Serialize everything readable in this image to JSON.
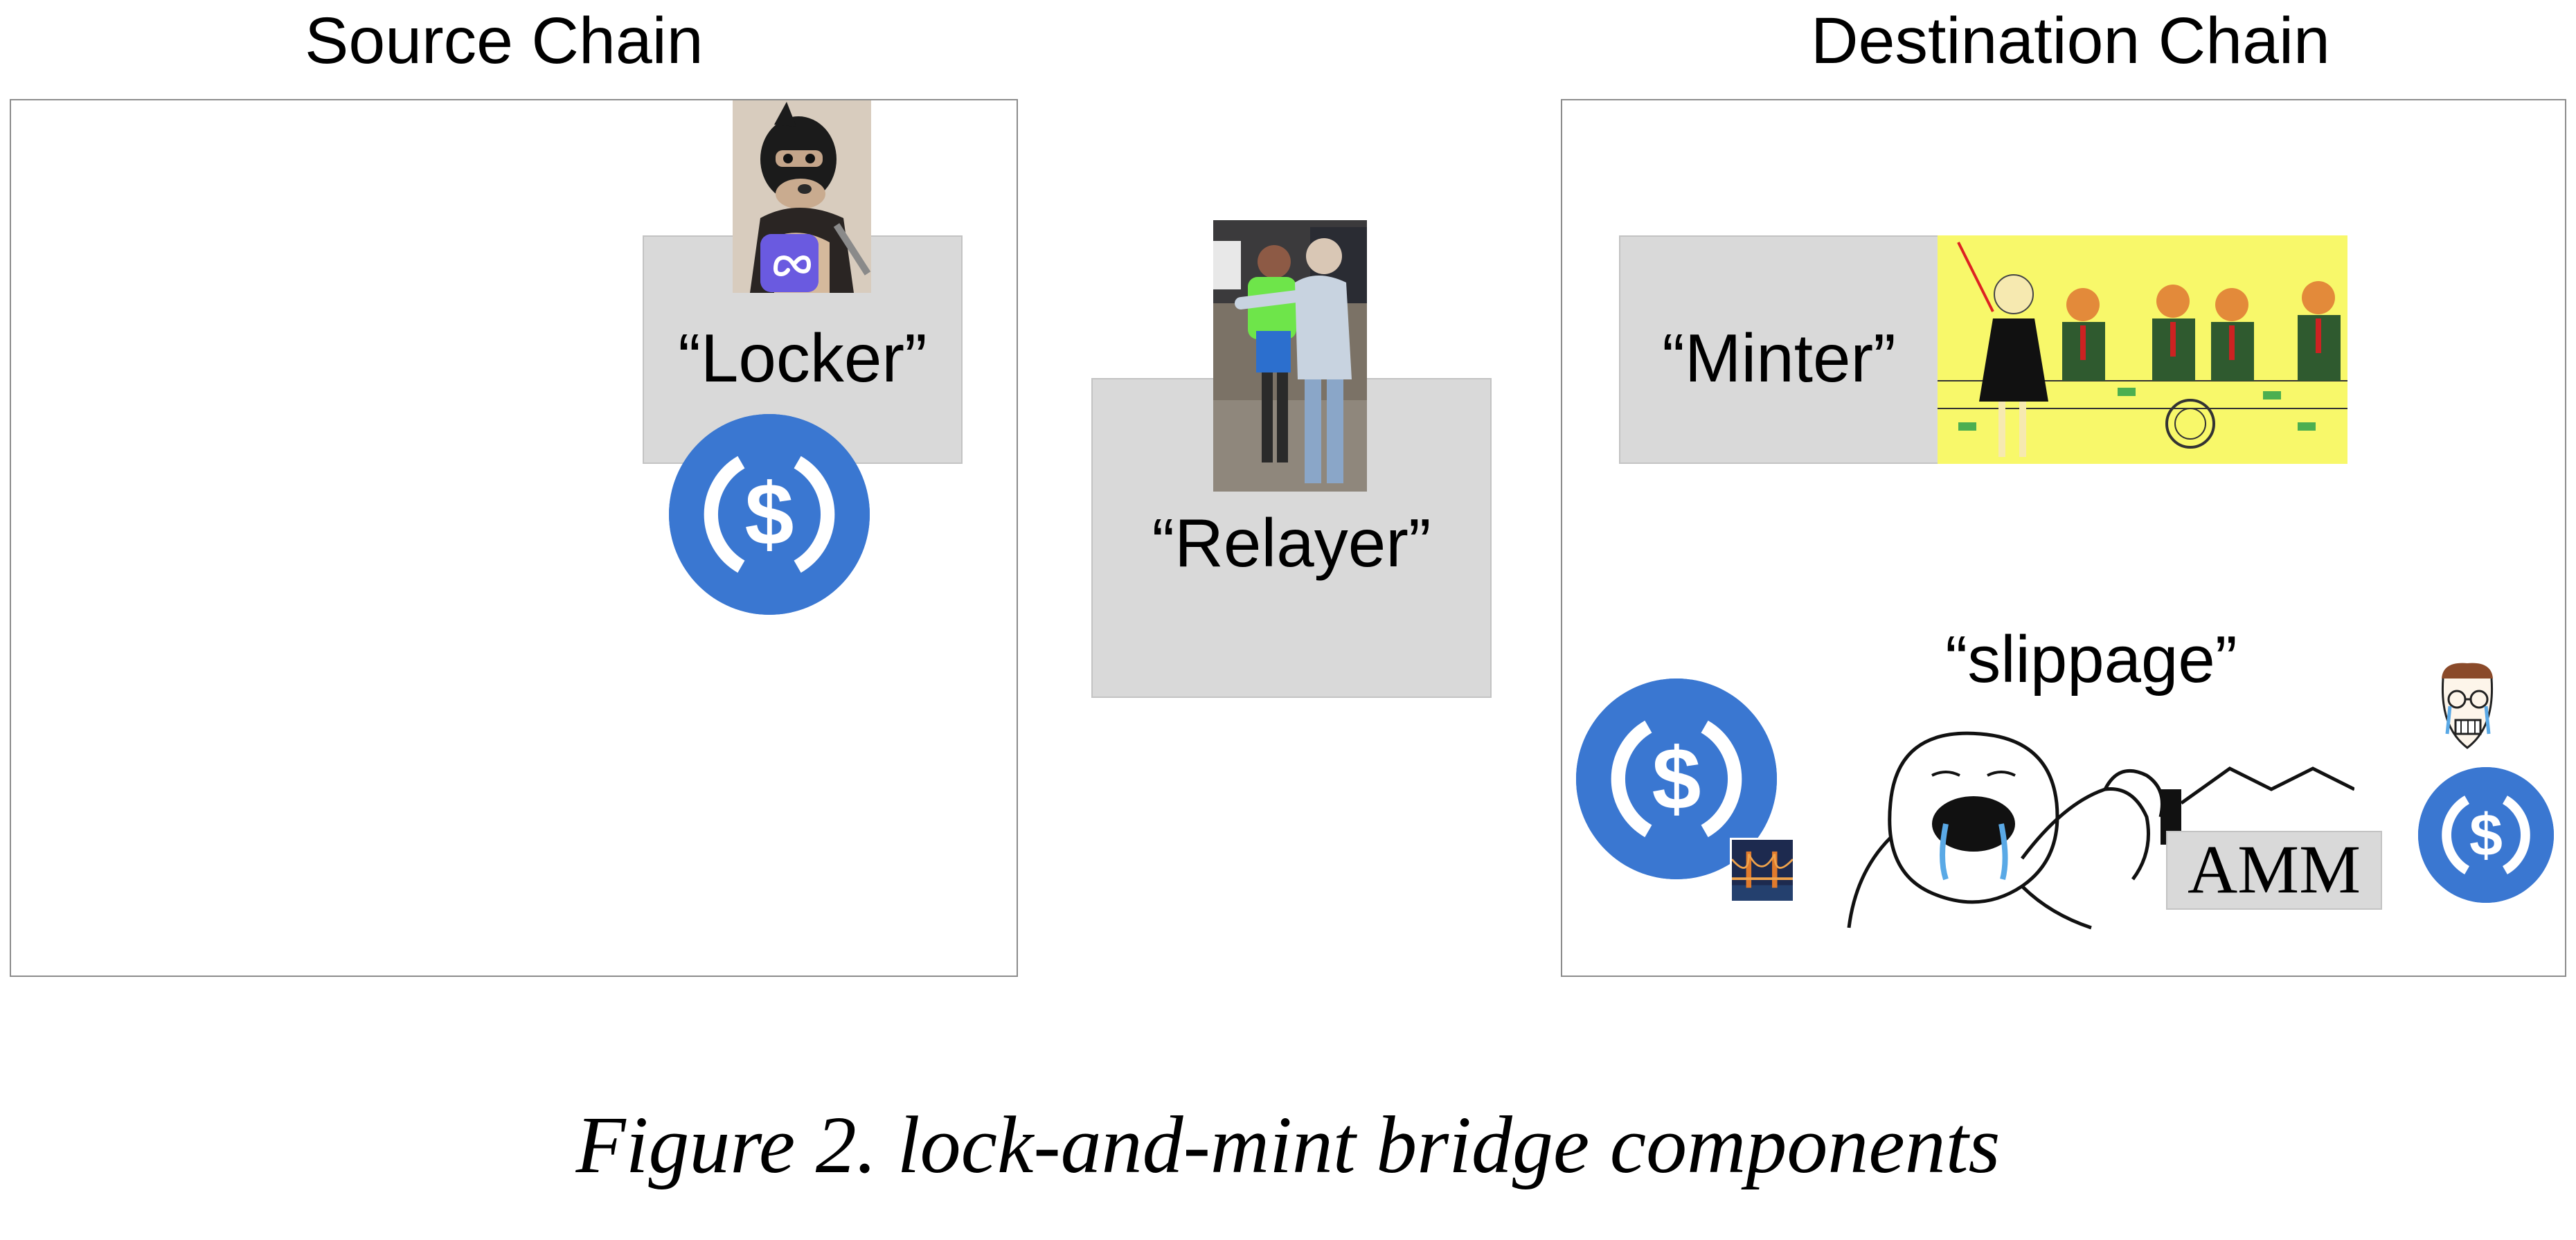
{
  "source_chain": {
    "title": "Source Chain",
    "locker_label": "“Locker”"
  },
  "relayer": {
    "label": "“Relayer”"
  },
  "destination_chain": {
    "title": "Destination Chain",
    "minter_label": "“Minter”",
    "slippage_label": "“slippage”",
    "amm_label": "AMM"
  },
  "caption": "Figure 2. lock-and-mint bridge components",
  "colors": {
    "usdc_blue": "#3a77d1",
    "box_gray": "#d9d9d9",
    "border_gray": "#8c8c8c",
    "minter_panel_yellow": "#f8f86a",
    "bridge_app_purple": "#6a5ae0"
  },
  "icons": {
    "usdc": "usdc-coin-icon",
    "bridge_app": "infinity-link-icon",
    "golden_gate": "golden-gate-bridge-icon"
  }
}
